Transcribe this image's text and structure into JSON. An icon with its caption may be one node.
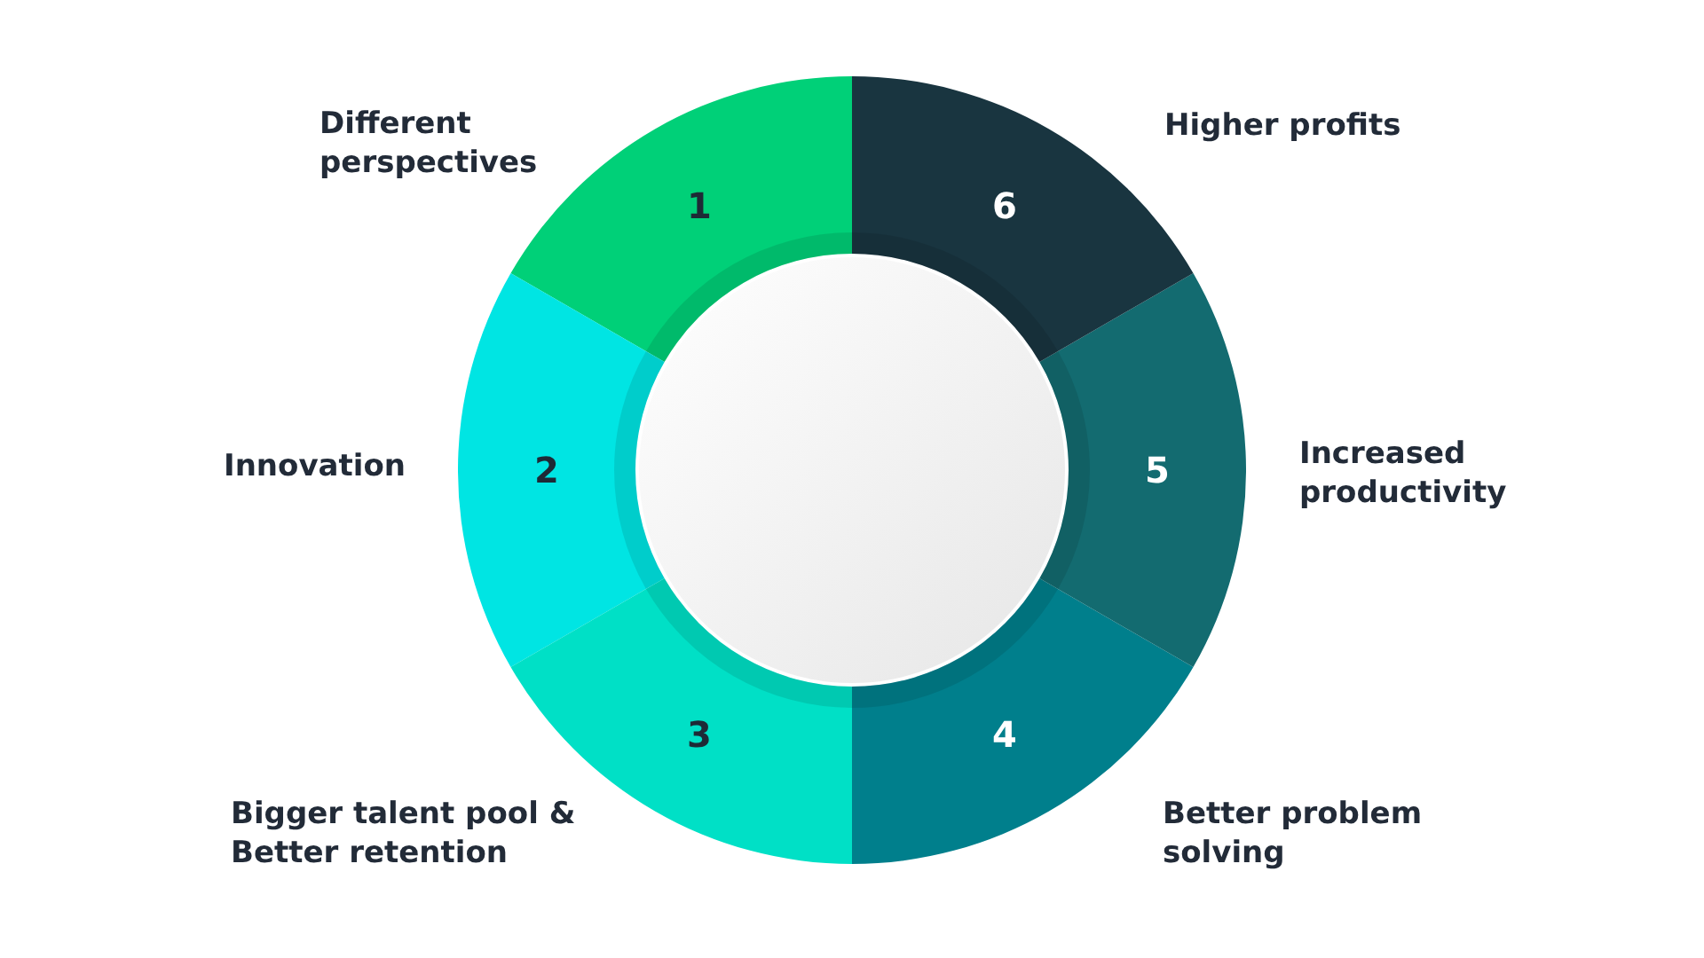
{
  "diagram": {
    "nodes": [
      {
        "text": [
          "1"
        ],
        "beside": [
          "Different perspectives"
        ]
      },
      {
        "text": [
          "2"
        ],
        "beside": [
          "Innovation"
        ]
      },
      {
        "text": [
          "3"
        ],
        "beside": [
          "Bigger talent pool & Better retention"
        ]
      },
      {
        "text": [
          "4"
        ],
        "beside": [
          "Better problem solving"
        ]
      },
      {
        "text": [
          "5"
        ],
        "beside": [
          "Increased productivity"
        ]
      },
      {
        "text": [
          "6"
        ],
        "beside": [
          "Higher profits"
        ]
      },
      {
        "text": [],
        "shape": "circle"
      }
    ]
  }
}
